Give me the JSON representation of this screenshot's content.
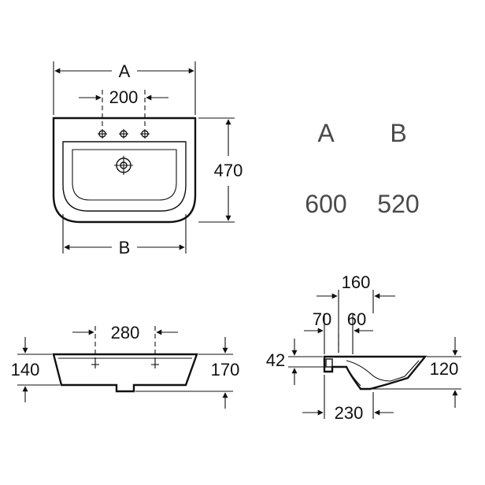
{
  "top_view": {
    "width_label": "A",
    "hole_spacing": "200",
    "depth": "470",
    "inner_width_label": "B"
  },
  "size_table": {
    "headers": [
      "A",
      "B"
    ],
    "values": [
      "600",
      "520"
    ]
  },
  "front_view": {
    "hole_spacing": "280",
    "left_height": "140",
    "right_height": "170"
  },
  "side_view": {
    "top_overall": "160",
    "offset_left": "70",
    "offset_right": "60",
    "rim_height": "42",
    "total_height": "120",
    "bottom_depth": "230"
  }
}
